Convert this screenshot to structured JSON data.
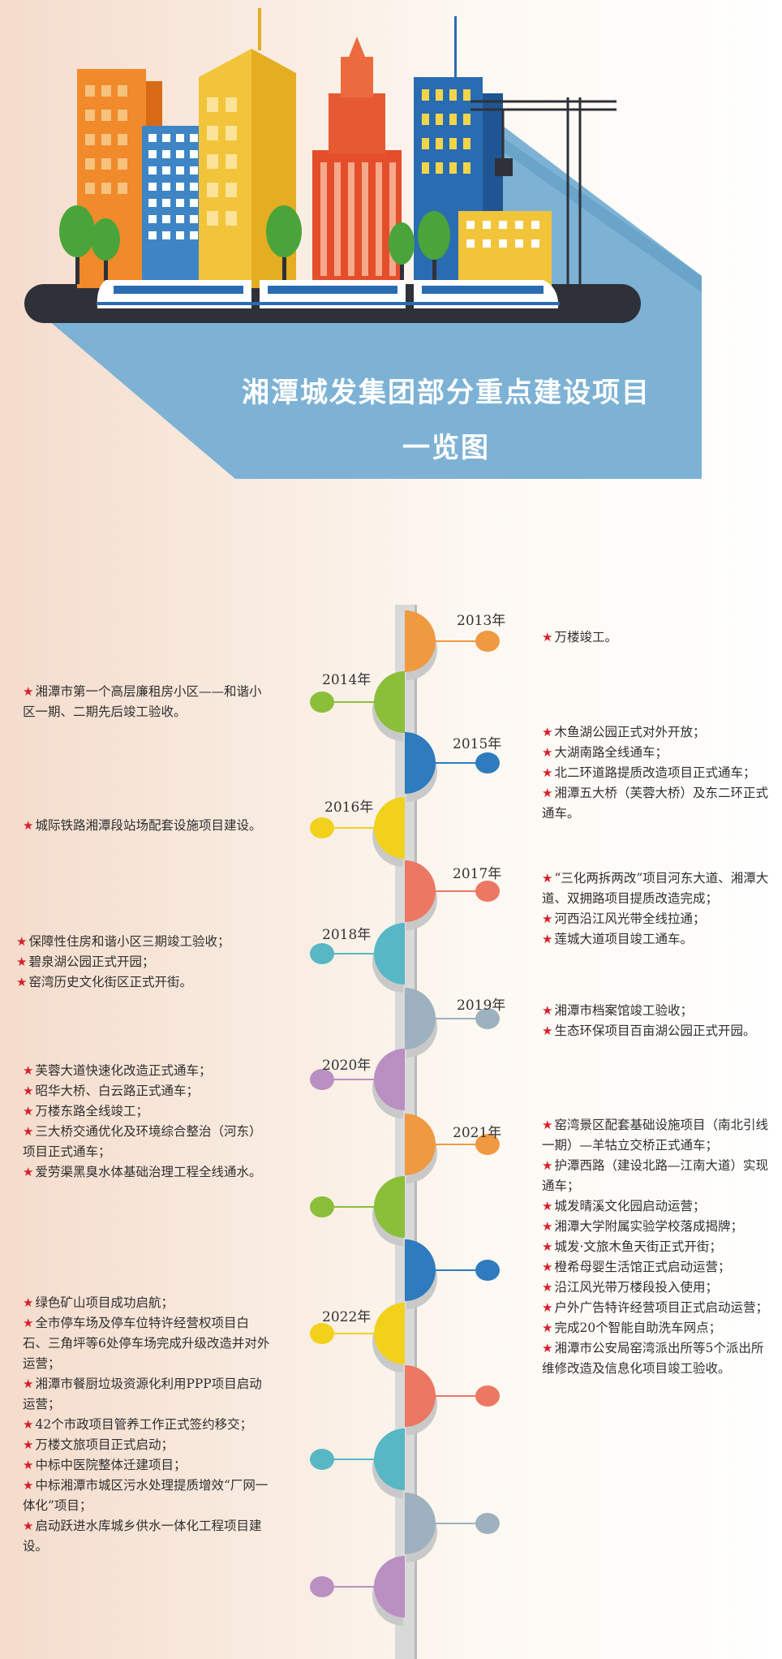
{
  "title": {
    "line1": "湘潭城发集团部分重点建设项目",
    "line2": "一览图"
  },
  "colors": {
    "orange": "#ef9a41",
    "green": "#8bbf3a",
    "blue": "#2e7bbd",
    "yellow": "#f2d11c",
    "red": "#ec7762",
    "teal": "#58b7c4",
    "gray": "#9eb1bf",
    "purple": "#ba8fc2",
    "sky": "#7db2d5",
    "star": "#d6202a"
  },
  "icons": {
    "bullet": "★"
  },
  "timeline": [
    {
      "year": "2013年",
      "items": [
        "万楼竣工。"
      ]
    },
    {
      "year": "2014年",
      "items": [
        "湘潭市第一个高层廉租房小区——和谐小区一期、二期先后竣工验收。"
      ]
    },
    {
      "year": "2015年",
      "items": [
        "木鱼湖公园正式对外开放；",
        "大湖南路全线通车；",
        "北二环道路提质改造项目正式通车；",
        "湘潭五大桥（芙蓉大桥）及东二环正式通车。"
      ]
    },
    {
      "year": "2016年",
      "items": [
        "城际铁路湘潭段站场配套设施项目建设。"
      ]
    },
    {
      "year": "2017年",
      "items": [
        "“三化两拆两改”项目河东大道、湘潭大道、双拥路项目提质改造完成；",
        "河西沿江风光带全线拉通；",
        "莲城大道项目竣工通车。"
      ]
    },
    {
      "year": "2018年",
      "items": [
        "保障性住房和谐小区三期竣工验收；",
        "碧泉湖公园正式开园；",
        "窑湾历史文化街区正式开街。"
      ]
    },
    {
      "year": "2019年",
      "items": [
        "湘潭市档案馆竣工验收；",
        "生态环保项目百亩湖公园正式开园。"
      ]
    },
    {
      "year": "2020年",
      "items": [
        "芙蓉大道快速化改造正式通车；",
        "昭华大桥、白云路正式通车；",
        "万楼东路全线竣工；",
        "三大桥交通优化及环境综合整治（河东）项目正式通车；",
        "爱劳渠黑臭水体基础治理工程全线通水。"
      ]
    },
    {
      "year": "2021年",
      "items": [
        "窑湾景区配套基础设施项目（南北引线一期）—羊牯立交桥正式通车；",
        "护潭西路（建设北路—江南大道）实现通车；",
        "城发晴溪文化园启动运营；",
        "湘潭大学附属实验学校落成揭牌；",
        "城发·文旅木鱼天街正式开街；",
        "橙希母婴生活馆正式启动运营；",
        "沿江风光带万楼段投入使用；",
        "户外广告特许经营项目正式启动运营；",
        "完成20个智能自助洗车网点；",
        "湘潭市公安局窑湾派出所等5个派出所维修改造及信息化项目竣工验收。"
      ]
    },
    {
      "year": "2022年",
      "items": [
        "绿色矿山项目成功启航；",
        "全市停车场及停车位特许经营权项目白石、三角坪等6处停车场完成升级改造并对外运营；",
        "湘潭市餐厨垃圾资源化利用PPP项目启动运营；",
        "42个市政项目管养工作正式签约移交；",
        "万楼文旅项目正式启动；",
        "中标中医院整体迁建项目；",
        "中标湘潭市城区污水处理提质增效“厂网一体化”项目；",
        "启动跃进水库城乡供水一体化工程项目建设。"
      ]
    }
  ]
}
